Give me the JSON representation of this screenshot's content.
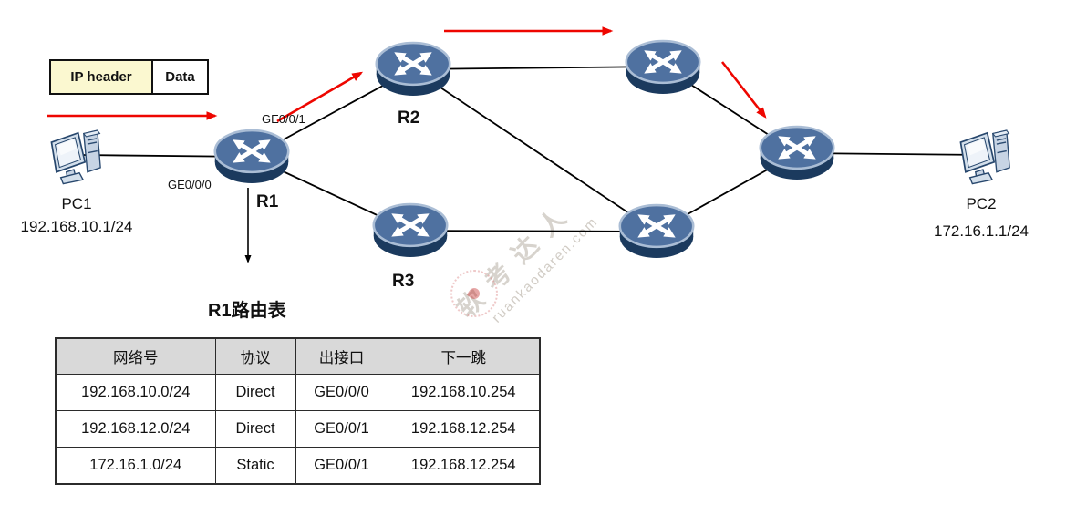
{
  "packet": {
    "ip_header_label": "IP header",
    "data_label": "Data"
  },
  "devices": {
    "pc1": {
      "name": "PC1",
      "ip": "192.168.10.1/24"
    },
    "pc2": {
      "name": "PC2",
      "ip": "172.16.1.1/24"
    },
    "r1": {
      "name": "R1",
      "iface_up": "GE0/0/1",
      "iface_down": "GE0/0/0"
    },
    "r2": {
      "name": "R2"
    },
    "r3": {
      "name": "R3"
    }
  },
  "routing_table": {
    "title": "R1路由表",
    "headers": [
      "网络号",
      "协议",
      "出接口",
      "下一跳"
    ],
    "rows": [
      [
        "192.168.10.0/24",
        "Direct",
        "GE0/0/0",
        "192.168.10.254"
      ],
      [
        "192.168.12.0/24",
        "Direct",
        "GE0/0/1",
        "192.168.12.254"
      ],
      [
        "172.16.1.0/24",
        "Static",
        "GE0/0/1",
        "192.168.12.254"
      ]
    ]
  },
  "watermark": {
    "text": "软考达人",
    "url": "ruankaodaren.com"
  },
  "icons": {
    "router": "crossed-arrows-router-icon",
    "pc": "desktop-computer-icon",
    "flow": "red-arrow-icon"
  },
  "colors": {
    "accent_red": "#ee0600",
    "packet_header_yellow": "#fbf8d0",
    "table_header_bg": "#d9d9d9",
    "router_top": "#4f71a0",
    "router_side": "#1b3a5e",
    "router_rim": "#aabdd5",
    "line_black": "#000000"
  }
}
